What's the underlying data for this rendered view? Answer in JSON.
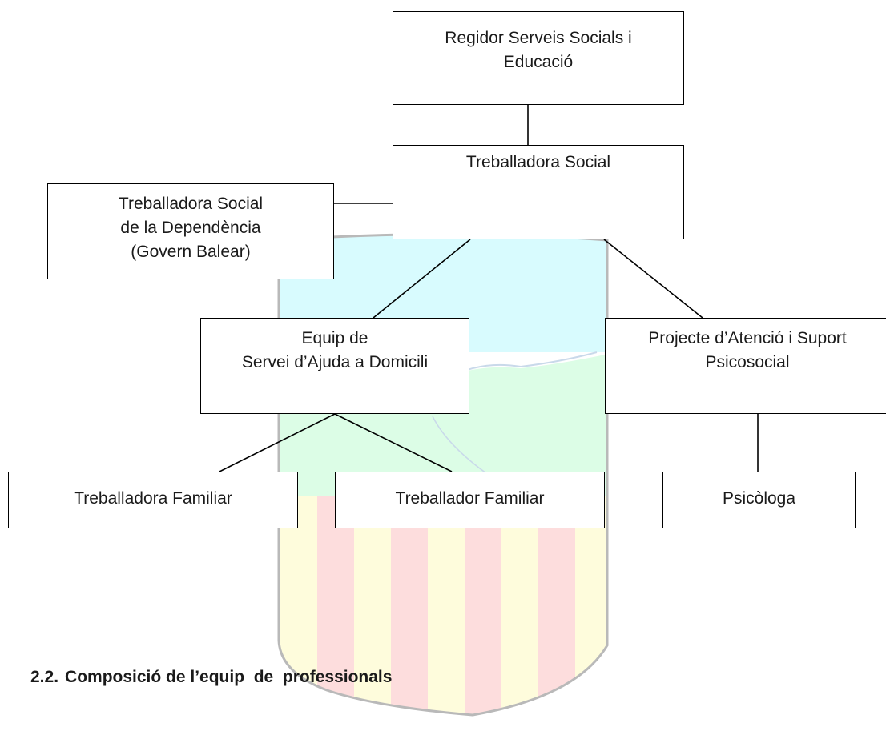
{
  "org_chart": {
    "regidor": {
      "label": "Regidor Serveis Socials i\nEducació"
    },
    "treballadora_social": {
      "label": "Treballadora Social"
    },
    "dependencia": {
      "label": "Treballadora Social\nde la Dependència\n(Govern Balear)"
    },
    "equip_sad": {
      "label": "Equip de\nServei d’Ajuda a Domicili"
    },
    "projecte": {
      "label": "Projecte d’Atenció i Suport\nPsicosocial"
    },
    "treballadora_familiar": {
      "label": "Treballadora Familiar"
    },
    "treballador_familiar": {
      "label": "Treballador Familiar"
    },
    "psicologa": {
      "label": "Psicòloga"
    }
  },
  "section": {
    "number": "2.2.",
    "title": "Composició de l’equip  de  professionals"
  },
  "watermark": {
    "colors": {
      "sky": "#d8fbfe",
      "land": "#dcfde6",
      "red_stripe": "#fddddd",
      "yellow_stripe": "#fefcdc",
      "outline": "#b9b9b9"
    }
  }
}
